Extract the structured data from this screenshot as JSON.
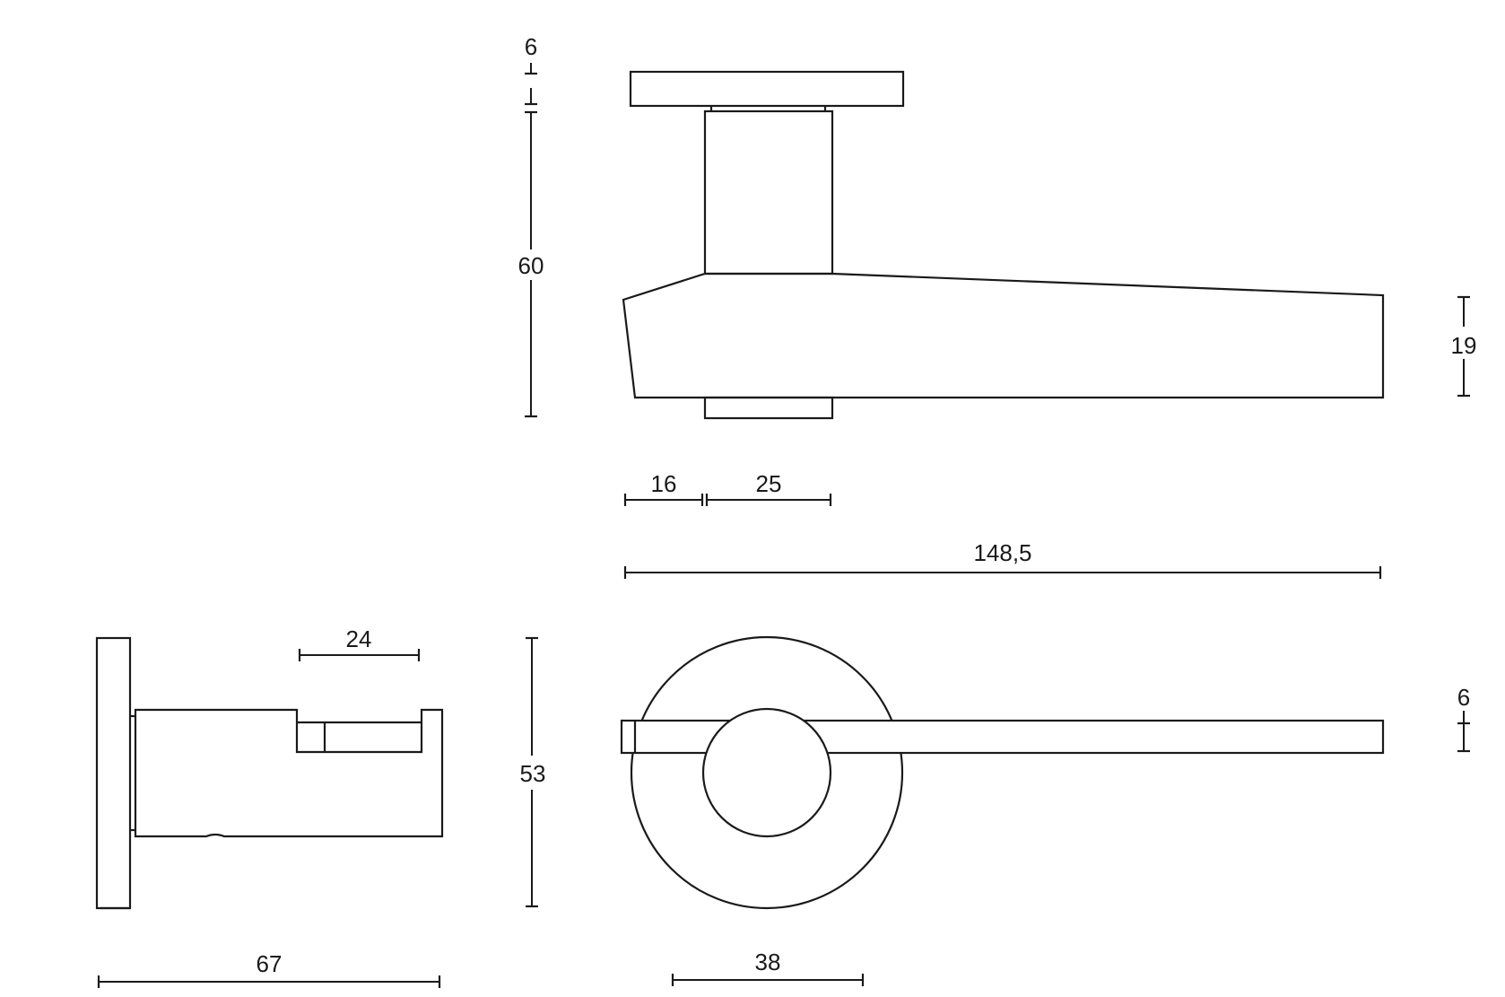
{
  "dimensions": {
    "rose_thickness": "6",
    "handle_height": "60",
    "lever_thickness": "19",
    "neck_offset": "16",
    "neck_width": "25",
    "total_length": "148,5",
    "side_slot_width": "24",
    "rose_diameter": "53",
    "lever_bar_width": "6",
    "side_depth": "67",
    "neck_diameter": "38"
  }
}
